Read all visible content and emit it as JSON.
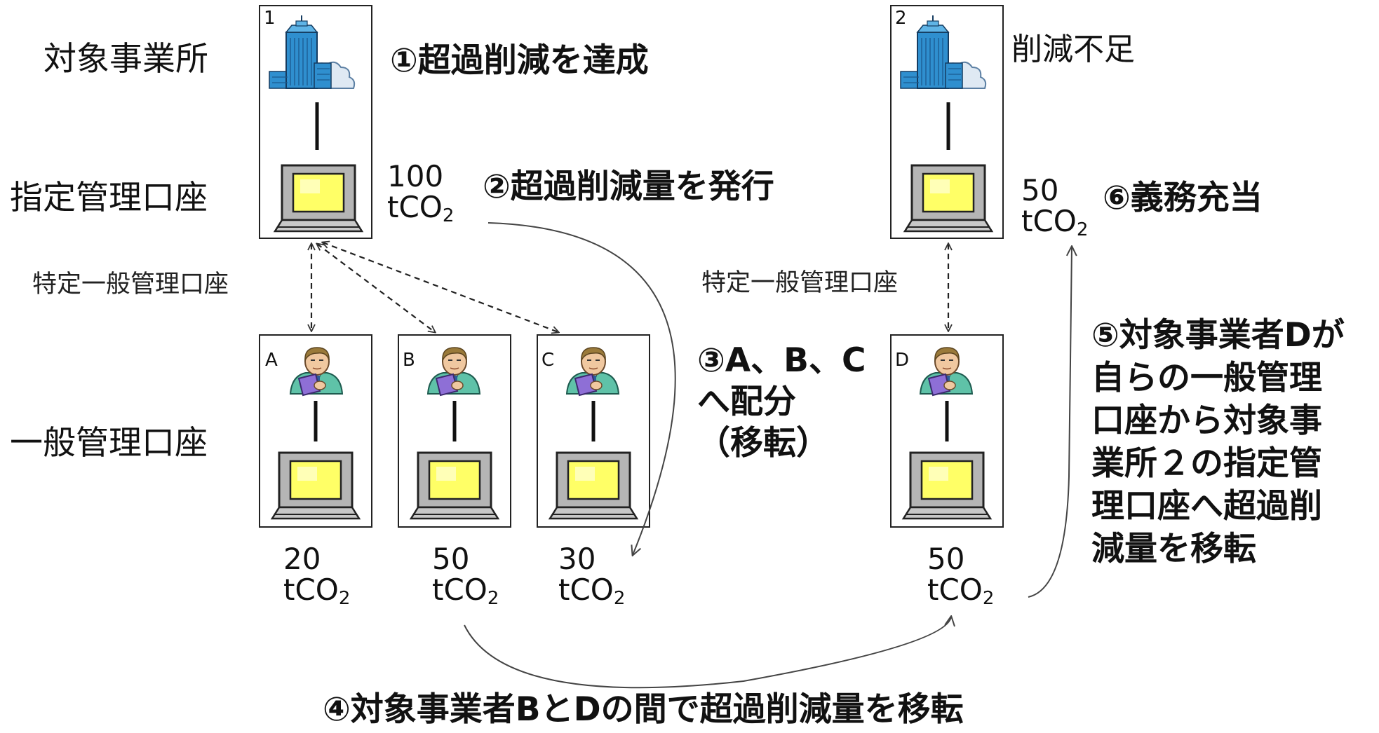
{
  "row_labels": {
    "facility": "対象事業所",
    "designated": "指定管理口座",
    "general": "一般管理口座"
  },
  "account_type_labels": {
    "specific_general_left": "特定一般管理口座",
    "specific_general_right": "特定一般管理口座"
  },
  "facilities": [
    {
      "id": "1",
      "status": "",
      "amount_value": "100",
      "amount_unit": "tCO",
      "amount_sub": "2"
    },
    {
      "id": "2",
      "status": "削減不足",
      "amount_value": "50",
      "amount_unit": "tCO",
      "amount_sub": "2"
    }
  ],
  "general_accounts": [
    {
      "id": "A",
      "amount_value": "20",
      "amount_unit": "tCO",
      "amount_sub": "2"
    },
    {
      "id": "B",
      "amount_value": "50",
      "amount_unit": "tCO",
      "amount_sub": "2"
    },
    {
      "id": "C",
      "amount_value": "30",
      "amount_unit": "tCO",
      "amount_sub": "2"
    },
    {
      "id": "D",
      "amount_value": "50",
      "amount_unit": "tCO",
      "amount_sub": "2"
    }
  ],
  "steps": {
    "s1": "①超過削減を達成",
    "s2": "②超過削減量を発行",
    "s3": [
      "③A、B、C",
      "へ配分",
      "（移転）"
    ],
    "s4": "④対象事業者BとDの間で超過削減量を移転",
    "s5": [
      "⑤対象事業者Dが",
      "自らの一般管理",
      "口座から対象事",
      "業所２の指定管",
      "理口座へ超過削",
      "減量を移転"
    ],
    "s6": "⑥義務充当"
  },
  "icons": {
    "building": "office-building-icon",
    "monitor": "computer-monitor-icon",
    "person": "businessman-icon"
  },
  "colors": {
    "building_blue": "#2f8fcf",
    "screen_yellow": "#ffff66",
    "monitor_gray": "#b5b5b5",
    "arrow": "#444444"
  }
}
